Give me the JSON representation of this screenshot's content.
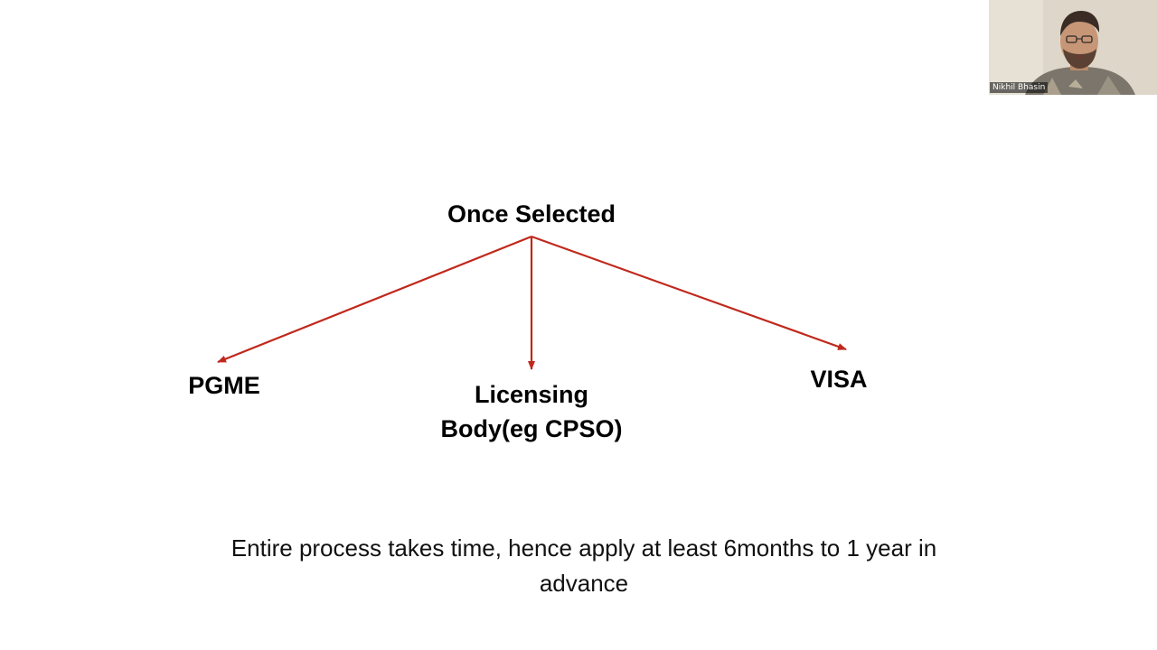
{
  "diagram": {
    "root": "Once Selected",
    "children": [
      {
        "lines": [
          "PGME"
        ]
      },
      {
        "lines": [
          "Licensing",
          "Body(eg CPSO)"
        ]
      },
      {
        "lines": [
          "VISA"
        ]
      }
    ],
    "arrow_color": "#C0281C"
  },
  "note": {
    "line1": "Entire process takes time, hence apply at least 6months to 1 year in",
    "line2": "advance"
  },
  "video": {
    "participant_name": "Nikhil Bhasin"
  }
}
